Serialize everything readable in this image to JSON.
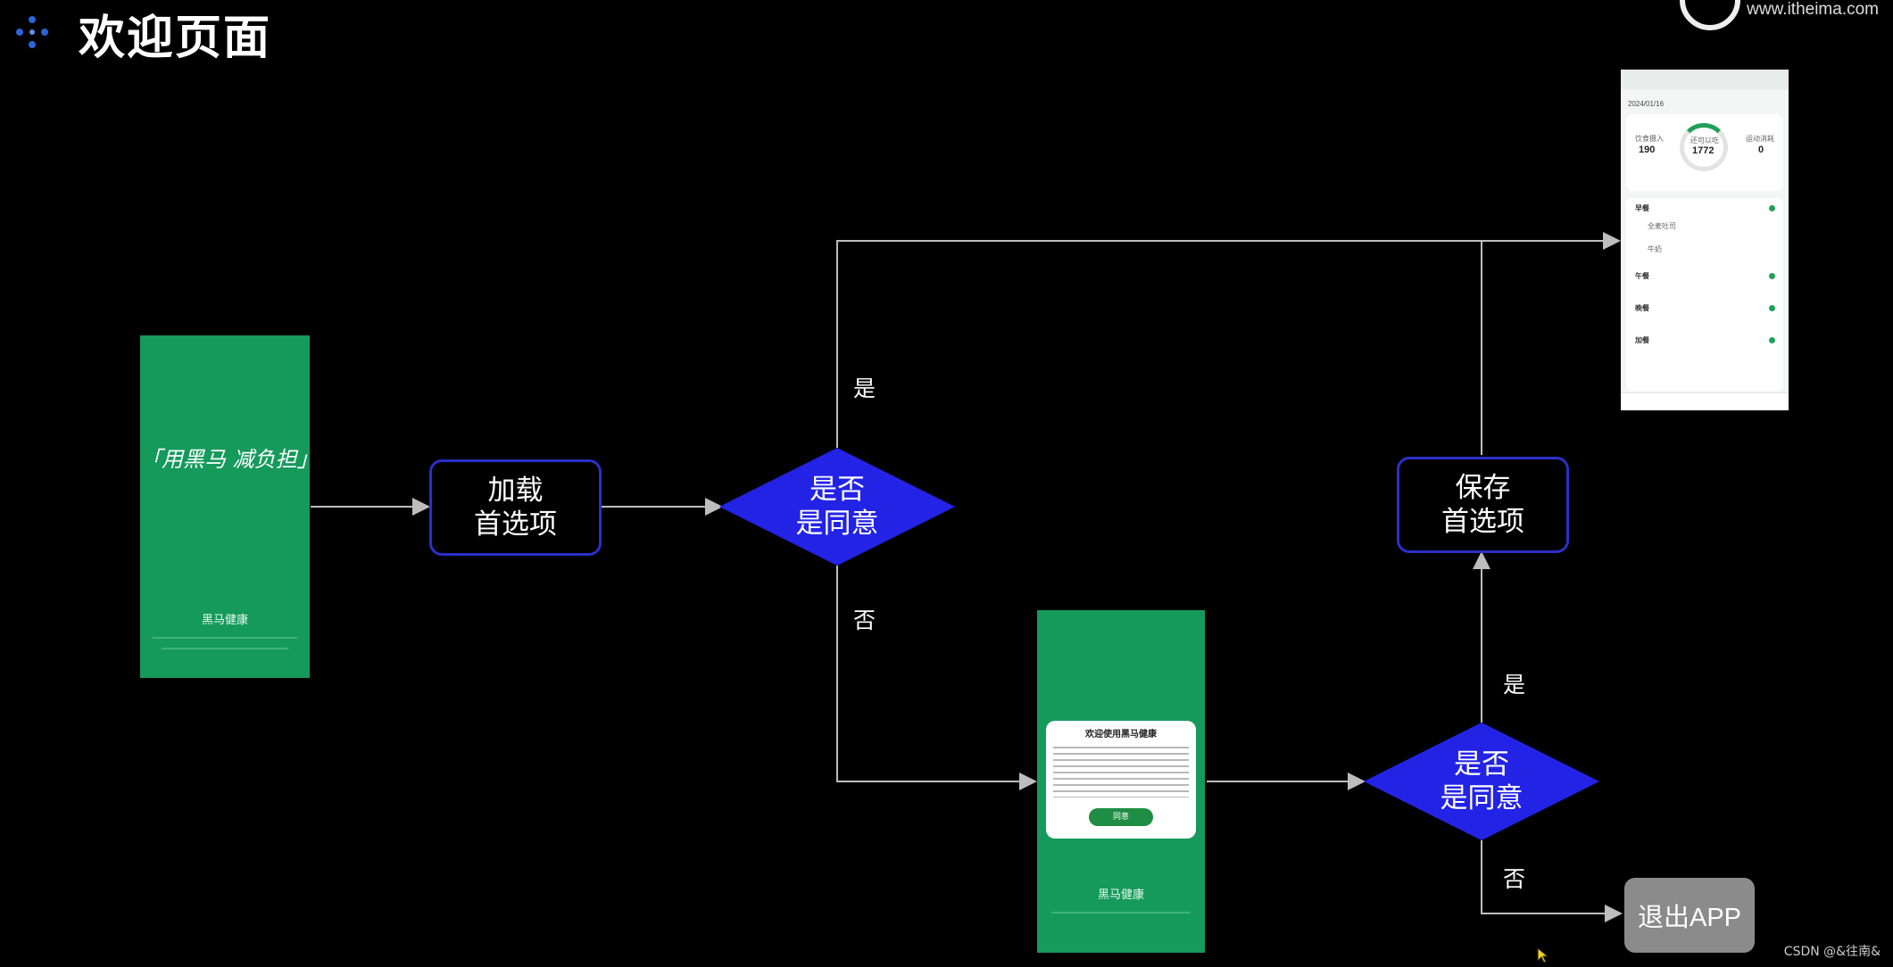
{
  "page": {
    "title": "欢迎页面",
    "brand_site": "www.itheima.com",
    "footer": "CSDN @&往南&"
  },
  "nodes": {
    "splash": {
      "slogan": "「用黑马 减负担」",
      "app_name": "黑马健康"
    },
    "load_prefs": {
      "line1": "加载",
      "line2": "首选项"
    },
    "decision1": {
      "line1": "是否",
      "line2": "是同意"
    },
    "privacy_screen": {
      "dialog_title": "欢迎使用黑马健康",
      "button": "同意",
      "app_name": "黑马健康"
    },
    "decision2": {
      "line1": "是否",
      "line2": "是同意"
    },
    "save_prefs": {
      "line1": "保存",
      "line2": "首选项"
    },
    "exit": {
      "label": "退出APP"
    },
    "dashboard": {
      "date": "2024/01/16",
      "left_label": "饮食摄入",
      "left_value": "190",
      "center_label": "还可以吃",
      "center_value": "1772",
      "right_label": "运动消耗",
      "right_value": "0",
      "meals": [
        "早餐",
        "午餐",
        "晚餐",
        "加餐"
      ],
      "foods": [
        "全麦吐司",
        "牛奶"
      ]
    }
  },
  "edges": {
    "yes1": "是",
    "no1": "否",
    "yes2": "是",
    "no2": "否"
  },
  "colors": {
    "diamond": "#2323e6",
    "box_border": "#2c2fc8",
    "phone_green": "#159a5c",
    "line": "#bdbdbd"
  },
  "icons": [
    "app-logo-icon",
    "arrowhead-icon"
  ]
}
